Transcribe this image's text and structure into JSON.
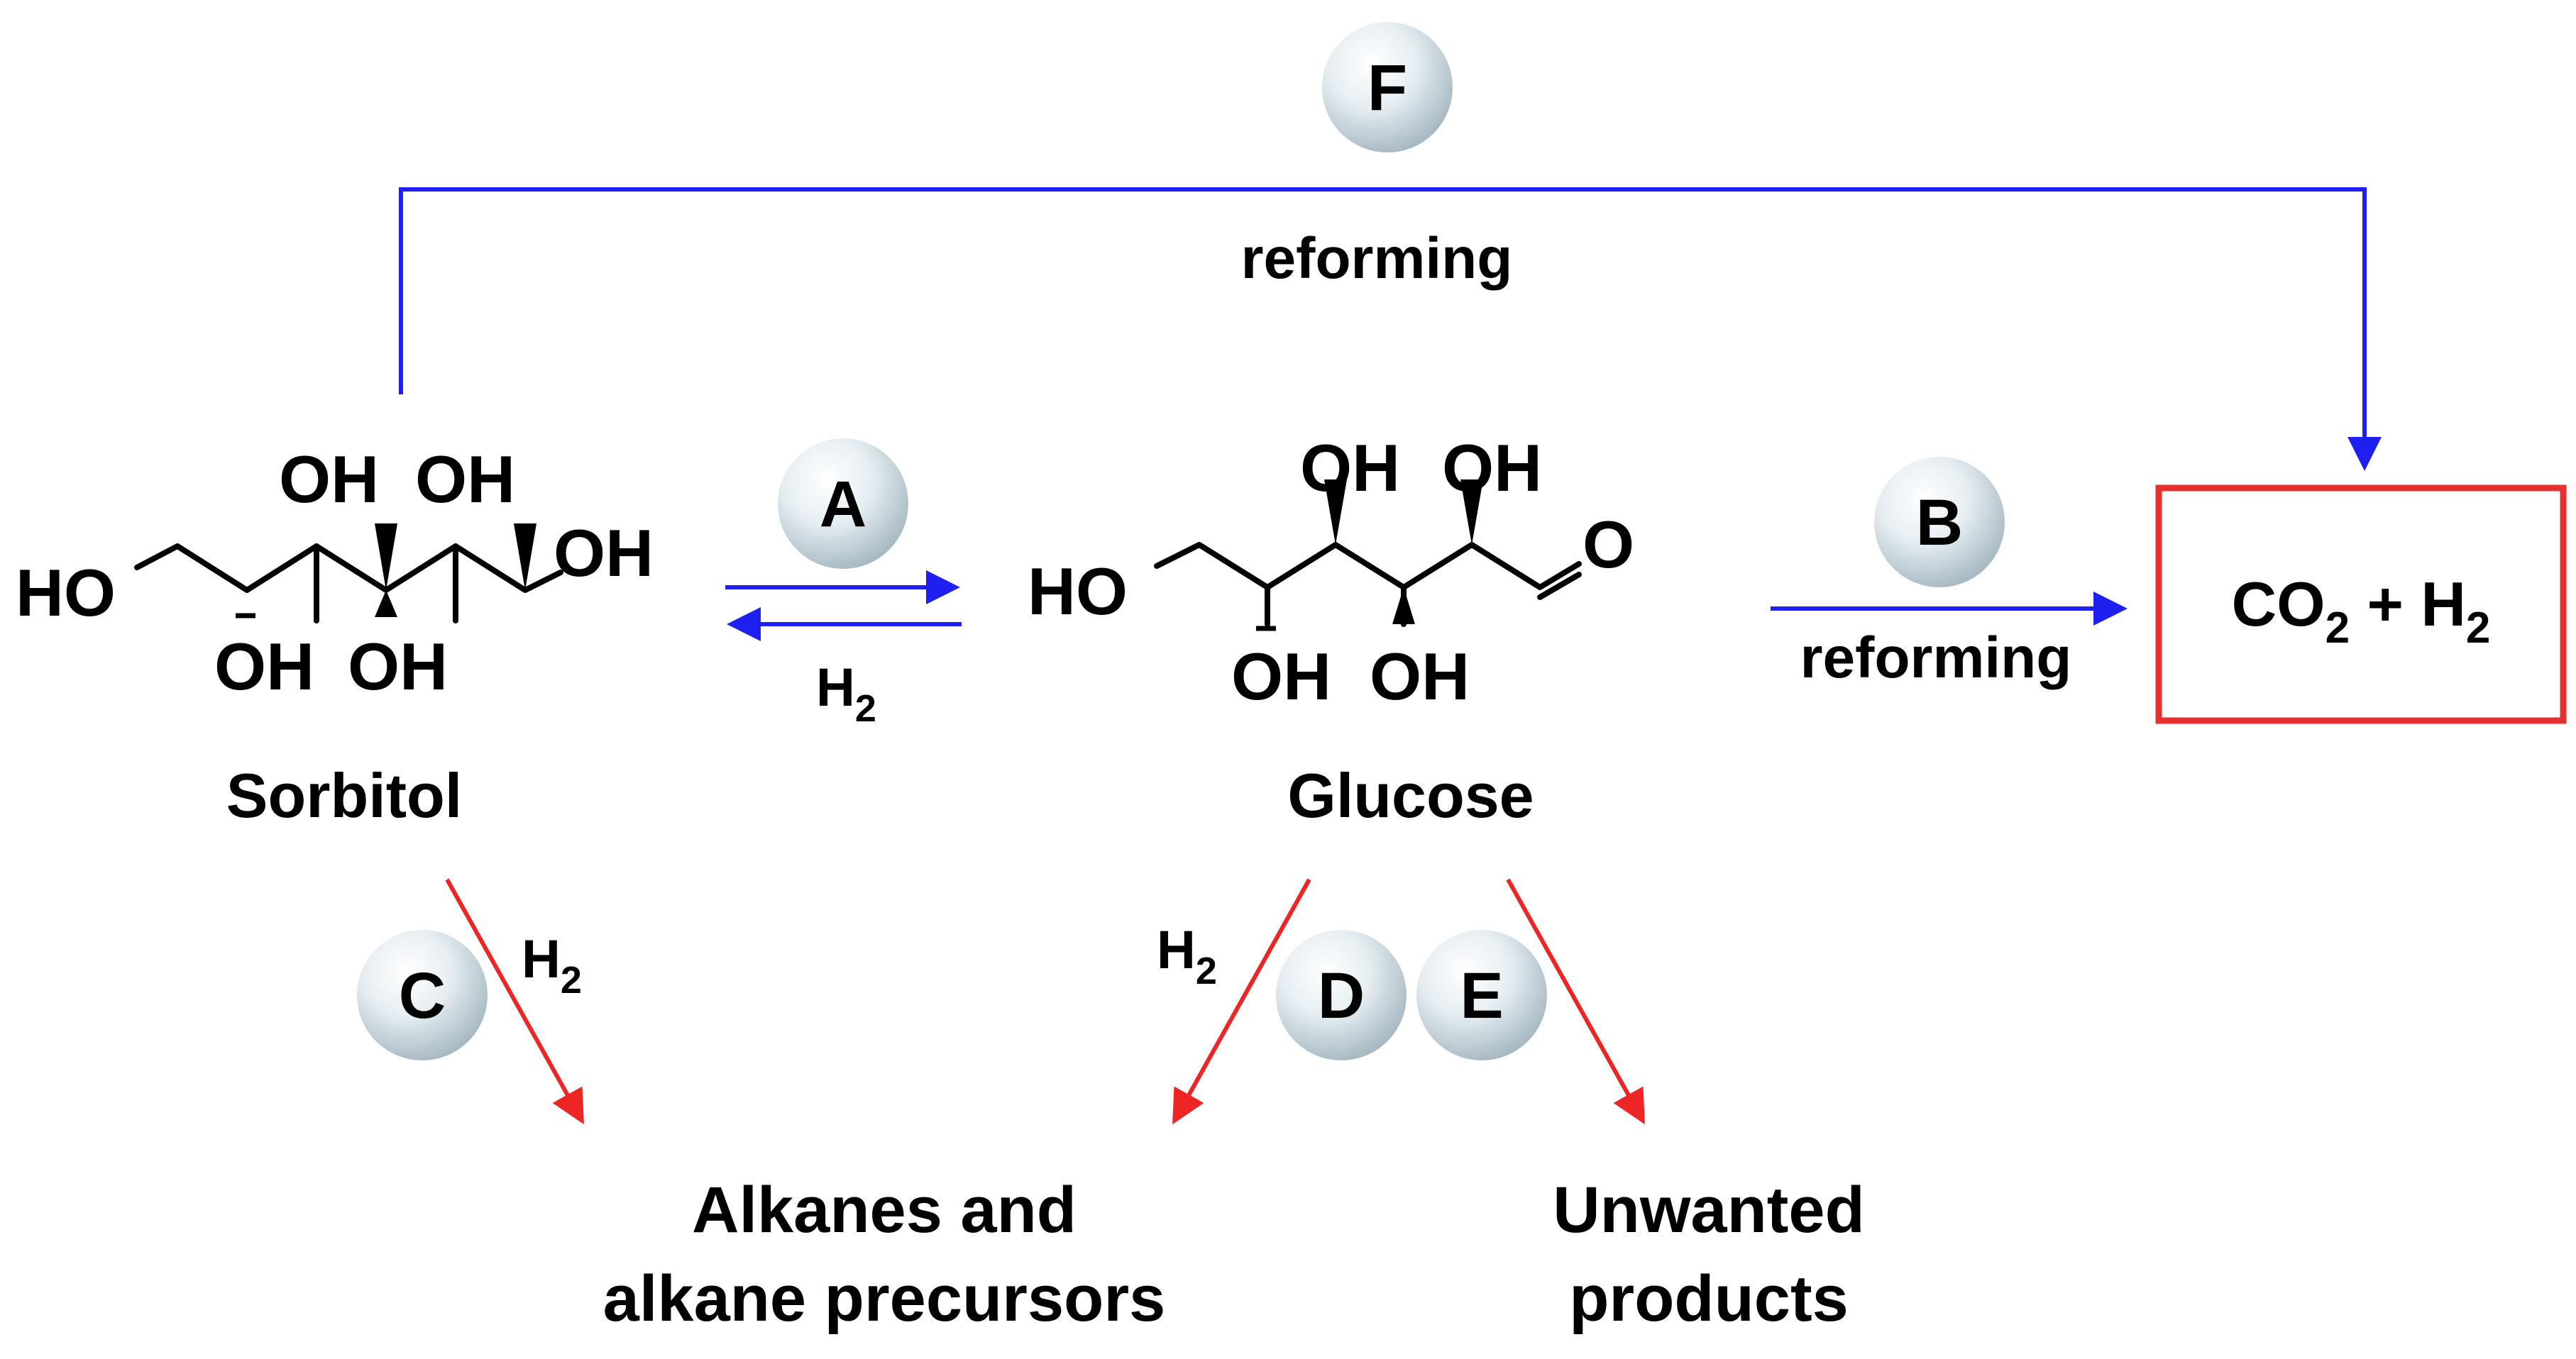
{
  "steps": {
    "A": {
      "label": "A"
    },
    "B": {
      "label": "B"
    },
    "C": {
      "label": "C"
    },
    "D": {
      "label": "D"
    },
    "E": {
      "label": "E"
    },
    "F": {
      "label": "F"
    }
  },
  "compounds": {
    "sorbitol": {
      "name": "Sorbitol",
      "labels": {
        "ho_left": "HO",
        "oh_top1": "OH",
        "oh_top2": "OH",
        "oh_right": "OH",
        "oh_bottom1": "OH",
        "oh_bottom2": "OH"
      }
    },
    "glucose": {
      "name": "Glucose",
      "labels": {
        "ho_left": "HO",
        "oh_top1": "OH",
        "oh_top2": "OH",
        "o_carbonyl": "O",
        "oh_bottom1": "OH",
        "oh_bottom2": "OH"
      }
    }
  },
  "conditions": {
    "a_h2": {
      "main": "H",
      "sub": "2"
    },
    "c_h2": {
      "main": "H",
      "sub": "2"
    },
    "d_h2": {
      "main": "H",
      "sub": "2"
    },
    "b_reforming": "reforming",
    "f_reforming": "reforming"
  },
  "products": {
    "target": {
      "co": "CO",
      "co_sub": "2",
      "plus_h": " + H",
      "h_sub": "2"
    },
    "alkanes": {
      "line1": "Alkanes and",
      "line2": "alkane precursors"
    },
    "unwanted": {
      "line1": "Unwanted",
      "line2": "products"
    }
  },
  "colors": {
    "desired_path": "#1f1ff0",
    "undesired_path": "#ee2525",
    "target_box": "#e53030",
    "badge": "#cfdbe2"
  }
}
